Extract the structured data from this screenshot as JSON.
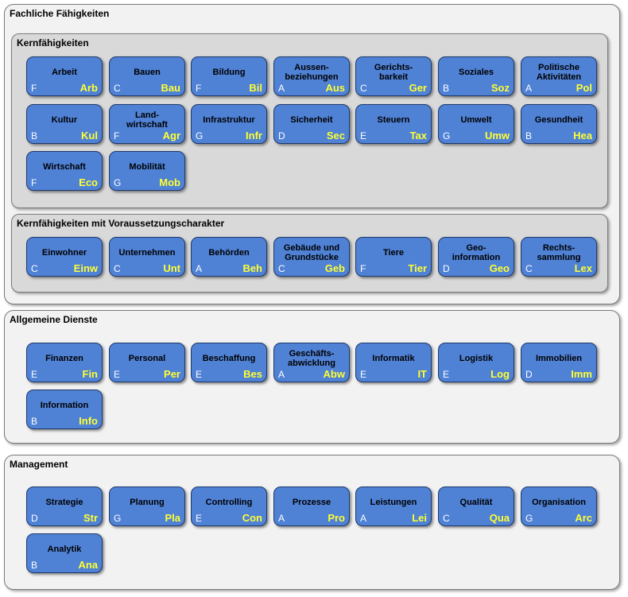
{
  "sections": {
    "fachlich": {
      "title": "Fachliche Fähigkeiten",
      "kern": {
        "title": "Kernfähigkeiten",
        "items": [
          {
            "name": "Arbeit",
            "level": "F",
            "code": "Arb"
          },
          {
            "name": "Bauen",
            "level": "C",
            "code": "Bau"
          },
          {
            "name": "Bildung",
            "level": "F",
            "code": "Bil"
          },
          {
            "name": "Aussen-\nbeziehungen",
            "level": "A",
            "code": "Aus"
          },
          {
            "name": "Gerichts-\nbarkeit",
            "level": "C",
            "code": "Ger"
          },
          {
            "name": "Soziales",
            "level": "B",
            "code": "Soz"
          },
          {
            "name": "Politische\nAktivitäten",
            "level": "A",
            "code": "Pol"
          },
          {
            "name": "Kultur",
            "level": "B",
            "code": "Kul"
          },
          {
            "name": "Land-\nwirtschaft",
            "level": "F",
            "code": "Agr"
          },
          {
            "name": "Infrastruktur",
            "level": "G",
            "code": "Infr"
          },
          {
            "name": "Sicherheit",
            "level": "D",
            "code": "Sec"
          },
          {
            "name": "Steuern",
            "level": "E",
            "code": "Tax"
          },
          {
            "name": "Umwelt",
            "level": "G",
            "code": "Umw"
          },
          {
            "name": "Gesundheit",
            "level": "B",
            "code": "Hea"
          },
          {
            "name": "Wirtschaft",
            "level": "F",
            "code": "Eco"
          },
          {
            "name": "Mobilität",
            "level": "G",
            "code": "Mob"
          }
        ]
      },
      "voraus": {
        "title": "Kernfähigkeiten mit Voraussetzungscharakter",
        "items": [
          {
            "name": "Einwohner",
            "level": "C",
            "code": "Einw"
          },
          {
            "name": "Unternehmen",
            "level": "C",
            "code": "Unt"
          },
          {
            "name": "Behörden",
            "level": "A",
            "code": "Beh"
          },
          {
            "name": "Gebäude und\nGrundstücke",
            "level": "C",
            "code": "Geb"
          },
          {
            "name": "Tiere",
            "level": "F",
            "code": "Tier"
          },
          {
            "name": "Geo-\ninformation",
            "level": "D",
            "code": "Geo"
          },
          {
            "name": "Rechts-\nsammlung",
            "level": "C",
            "code": "Lex"
          }
        ]
      }
    },
    "allgemein": {
      "title": "Allgemeine Dienste",
      "items": [
        {
          "name": "Finanzen",
          "level": "E",
          "code": "Fin"
        },
        {
          "name": "Personal",
          "level": "E",
          "code": "Per"
        },
        {
          "name": "Beschaffung",
          "level": "E",
          "code": "Bes"
        },
        {
          "name": "Geschäfts-\nabwicklung",
          "level": "A",
          "code": "Abw"
        },
        {
          "name": "Informatik",
          "level": "E",
          "code": "IT"
        },
        {
          "name": "Logistik",
          "level": "E",
          "code": "Log"
        },
        {
          "name": "Immobilien",
          "level": "D",
          "code": "Imm"
        },
        {
          "name": "Information",
          "level": "B",
          "code": "Info"
        }
      ]
    },
    "management": {
      "title": "Management",
      "items": [
        {
          "name": "Strategie",
          "level": "D",
          "code": "Str"
        },
        {
          "name": "Planung",
          "level": "G",
          "code": "Pla"
        },
        {
          "name": "Controlling",
          "level": "E",
          "code": "Con"
        },
        {
          "name": "Prozesse",
          "level": "A",
          "code": "Pro"
        },
        {
          "name": "Leistungen",
          "level": "A",
          "code": "Lei"
        },
        {
          "name": "Qualität",
          "level": "C",
          "code": "Qua"
        },
        {
          "name": "Organisation",
          "level": "G",
          "code": "Arc"
        },
        {
          "name": "Analytik",
          "level": "B",
          "code": "Ana"
        }
      ]
    }
  },
  "colors": {
    "box_fill": "#4f81d5",
    "code_text": "#ffff33",
    "level_text": "#ffffff"
  }
}
